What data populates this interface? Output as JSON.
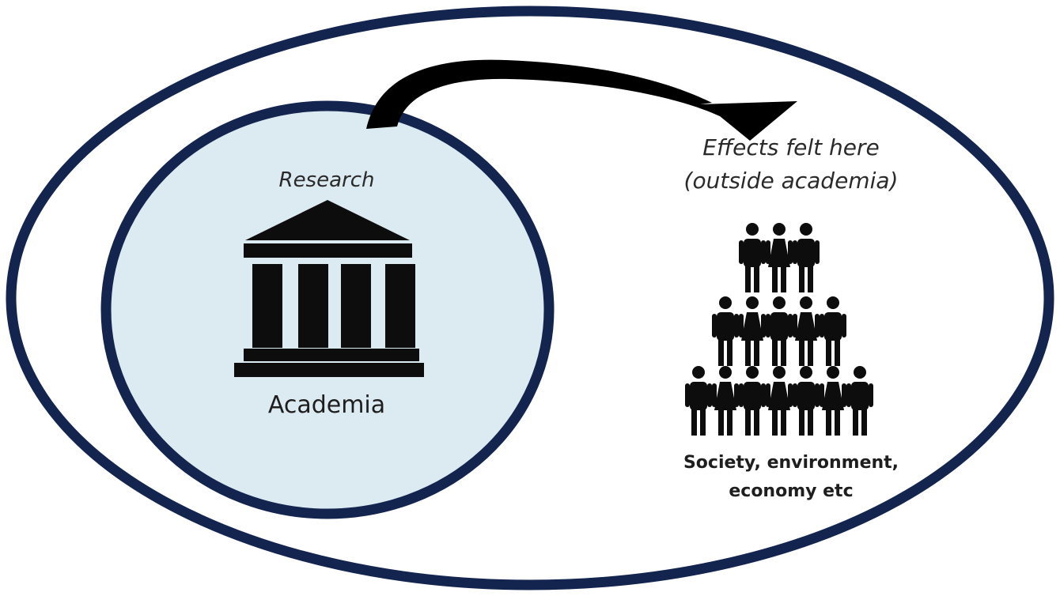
{
  "colors": {
    "ellipse_stroke": "#13244f",
    "inner_fill": "#dcebf1",
    "icon": "#0d0d0d",
    "arrow": "#000000"
  },
  "research_label": "Research",
  "academia_label": "Academia",
  "effects_label": {
    "line1": "Effects felt here",
    "line2": "(outside academia)"
  },
  "society_label": {
    "line1": "Society, environment,",
    "line2": "economy etc"
  },
  "icons": {
    "institution": "institution-building-icon",
    "people": "people-group-icon",
    "arrow": "curved-arrow"
  },
  "people_rows": [
    3,
    5,
    7
  ]
}
